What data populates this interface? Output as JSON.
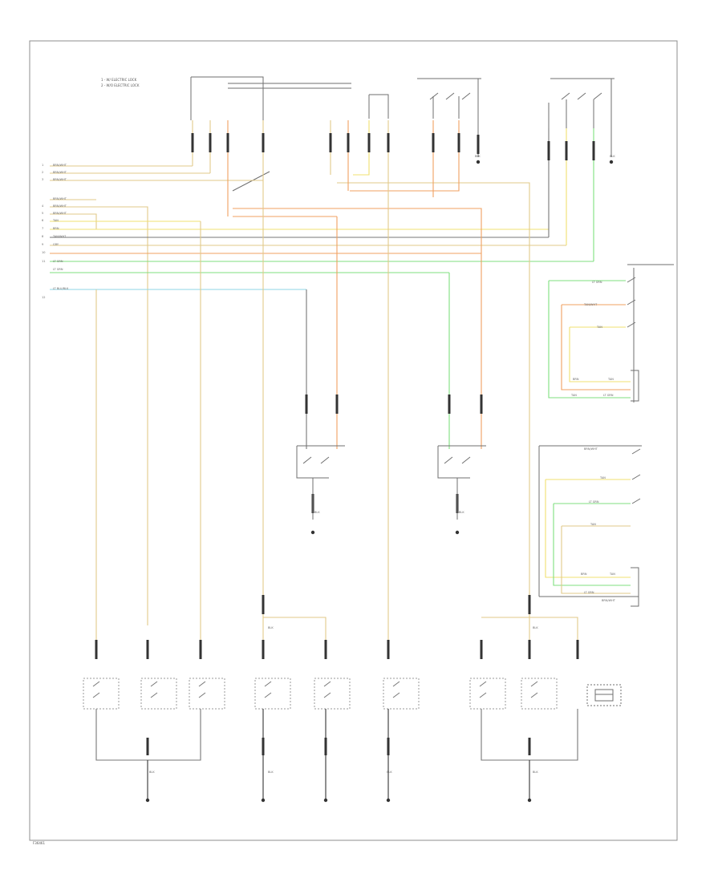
{
  "legend": [
    "1 - W/ ELECTRIC LOCK",
    "2 - W/O ELECTRIC LOCK"
  ],
  "figure_code": "F36461",
  "colors": {
    "tan": "#e2c98a",
    "orange": "#f0a060",
    "yellow": "#f0e070",
    "green": "#7fdf7f",
    "lightblue": "#8fd6e6",
    "gray": "#777777",
    "black": "#333333"
  },
  "left_pins": [
    "1",
    "2",
    "3",
    "4",
    "5",
    "6",
    "7",
    "8",
    "9",
    "10",
    "11",
    "12"
  ],
  "wire_tags": [
    "BRN/WHT",
    "BRN/WHT",
    "BRN/WHT",
    "BRN/WHT",
    "BRN/WHT",
    "BRN/WHT",
    "TAN",
    "BRN",
    "TAN/WHT",
    "GRY",
    "LT GRN",
    "LT GRN",
    "LT BLU/BLK"
  ],
  "switch_tags": [
    "LT GRN",
    "TAN/WHT",
    "TAN",
    "BRN",
    "TAN",
    "LT GRN",
    "TAN",
    "BRN/WHT",
    "TAN",
    "LT GRN",
    "TAN",
    "BRN",
    "TAN",
    "LT GRN",
    "BRN/WHT"
  ],
  "ground_tags": [
    "BLK",
    "BLK",
    "BLK",
    "BLK",
    "BLK",
    "BLK",
    "BLK",
    "BLK",
    "BLK",
    "BLK"
  ]
}
